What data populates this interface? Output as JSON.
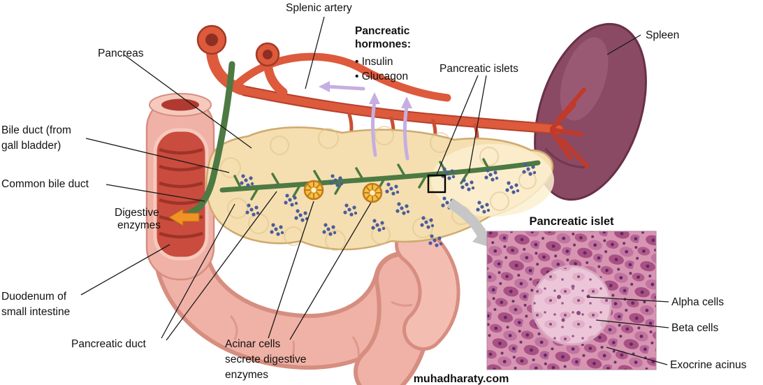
{
  "figure": {
    "description": "Pancreas anatomy diagram with histology inset",
    "watermark": "muhadharaty.com"
  },
  "labels": {
    "splenic_artery": "Splenic artery",
    "pancreas": "Pancreas",
    "spleen": "Spleen",
    "pancreatic_islets": "Pancreatic islets",
    "bile_duct_1": "Bile duct (from",
    "bile_duct_2": "gall bladder)",
    "common_bile_duct": "Common bile duct",
    "digestive_1": "Digestive",
    "digestive_2": "enzymes",
    "duodenum_1": "Duodenum of",
    "duodenum_2": "small intestine",
    "pancreatic_duct": "Pancreatic duct",
    "acinar_1": "Acinar cells",
    "acinar_2": "secrete digestive",
    "acinar_3": "enzymes"
  },
  "hormones": {
    "title_1": "Pancreatic",
    "title_2": "hormones:",
    "items": [
      "• Insulin",
      "• Glucagon"
    ]
  },
  "inset": {
    "title": "Pancreatic islet",
    "alpha": "Alpha cells",
    "beta": "Beta cells",
    "exocrine": "Exocrine acinus"
  },
  "colors": {
    "hormone_title": "#a86bb8",
    "hormone_item": "#c4a2d4",
    "digestive": "#ef8b10",
    "label": "#111111",
    "pancreas_fill": "#f5dfb0",
    "duct_green": "#4c7a42",
    "artery_red": "#dd5a3c",
    "spleen_maroon": "#8a4a63",
    "islet_dot_blue": "#4a5c9e"
  }
}
